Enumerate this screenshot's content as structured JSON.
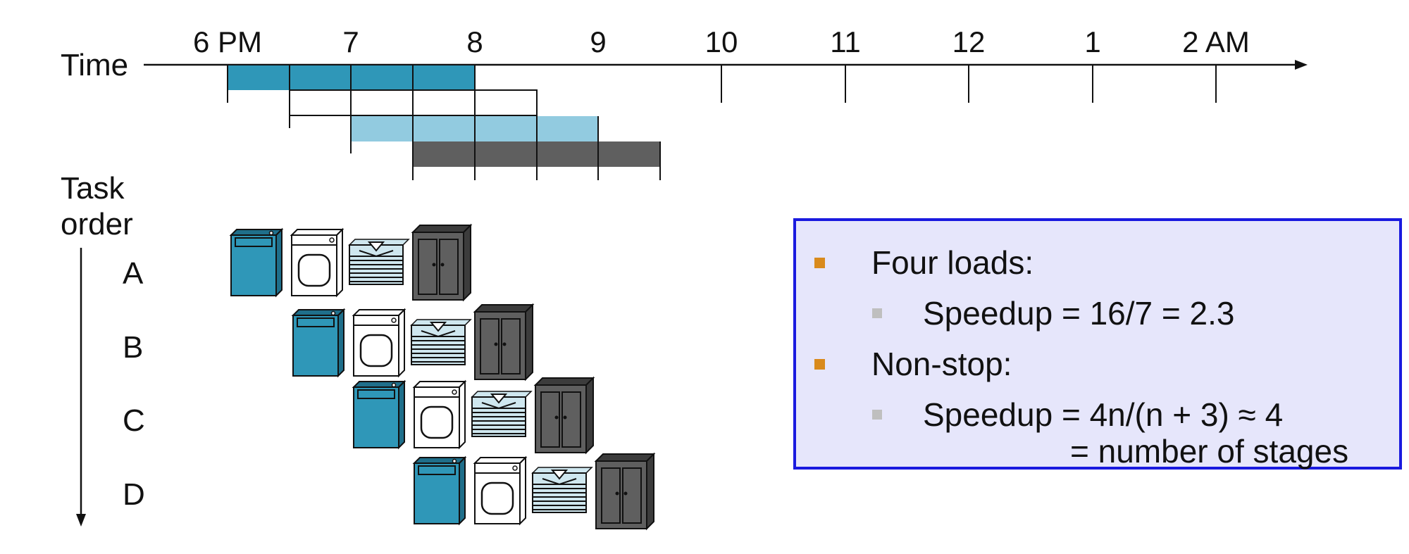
{
  "time_axis": {
    "label": "Time",
    "ticks": [
      "6 PM",
      "7",
      "8",
      "9",
      "10",
      "11",
      "12",
      "1",
      "2 AM"
    ]
  },
  "task_axis": {
    "label_line1": "Task",
    "label_line2": "order",
    "tasks": [
      "A",
      "B",
      "C",
      "D"
    ]
  },
  "stages": [
    "wash",
    "dry",
    "fold",
    "store"
  ],
  "colors": {
    "wash": "#2f97b8",
    "dry": "#ffffff",
    "fold": "#92cbe0",
    "store": "#5f5f5f",
    "box_border": "#1a1adf",
    "box_fill": "#e6e6fb",
    "bullet_primary": "#d98a1c",
    "bullet_secondary": "#bfbfbf"
  },
  "info_box": {
    "item1": {
      "text": "Four loads:",
      "sub": "Speedup = 16/7 = 2.3"
    },
    "item2": {
      "text": "Non-stop:",
      "sub": "Speedup = 4n/(n + 3) ≈ 4",
      "sub_cont": "= number of stages"
    }
  }
}
